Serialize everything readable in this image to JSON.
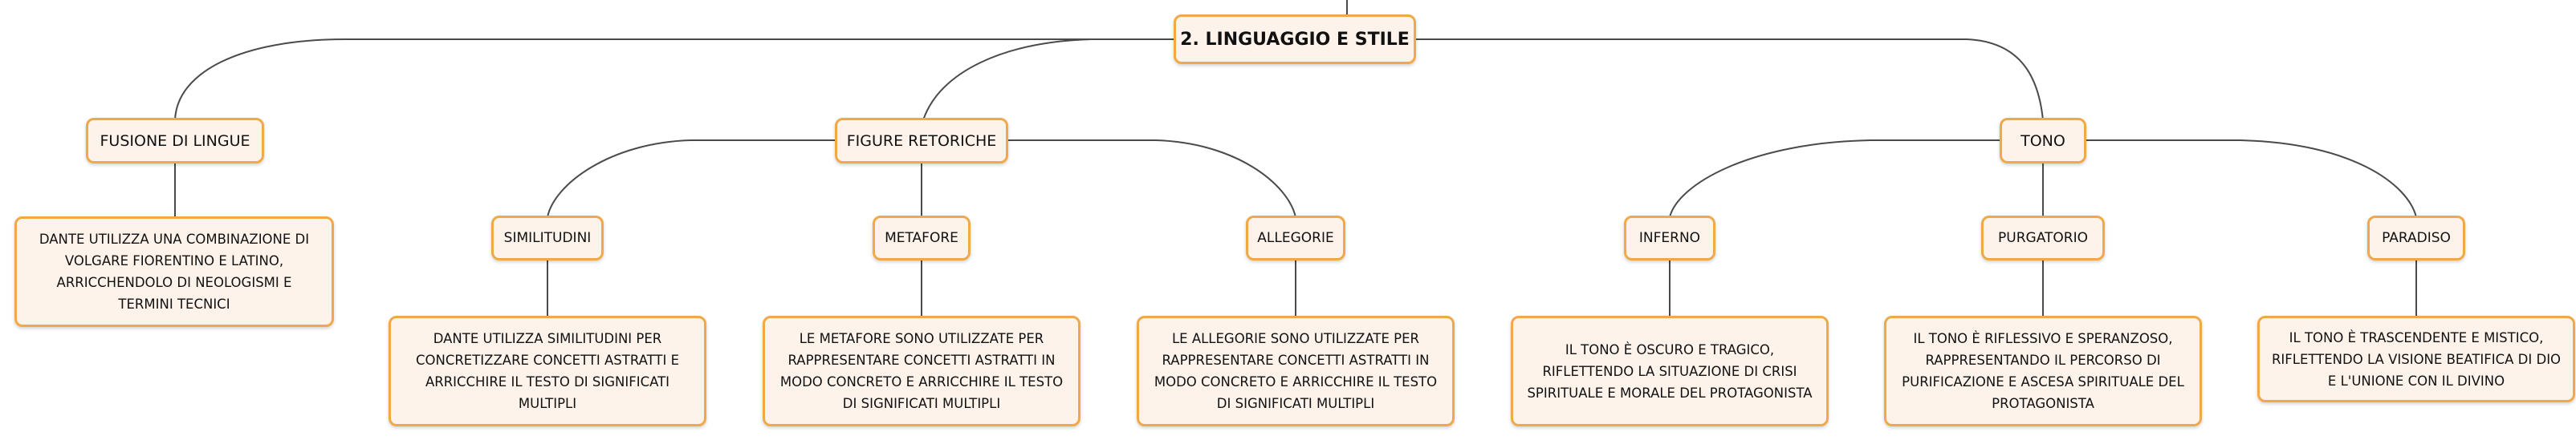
{
  "root": {
    "label": "2. LINGUAGGIO E STILE"
  },
  "branches": [
    {
      "label": "FUSIONE DI LINGUE",
      "desc": "DANTE UTILIZZA UNA COMBINAZIONE DI VOLGARE FIORENTINO E LATINO, ARRICCHENDOLO DI NEOLOGISMI E TERMINI TECNICI"
    },
    {
      "label": "FIGURE RETORICHE",
      "children": [
        {
          "label": "SIMILITUDINI",
          "desc": "DANTE UTILIZZA SIMILITUDINI PER CONCRETIZZARE CONCETTI ASTRATTI E ARRICCHIRE IL TESTO DI SIGNIFICATI MULTIPLI"
        },
        {
          "label": "METAFORE",
          "desc": "LE METAFORE SONO UTILIZZATE PER RAPPRESENTARE CONCETTI ASTRATTI IN MODO CONCRETO E ARRICCHIRE IL TESTO DI SIGNIFICATI MULTIPLI"
        },
        {
          "label": "ALLEGORIE",
          "desc": "LE ALLEGORIE SONO UTILIZZATE PER RAPPRESENTARE CONCETTI ASTRATTI IN MODO CONCRETO E ARRICCHIRE IL TESTO DI SIGNIFICATI MULTIPLI"
        }
      ]
    },
    {
      "label": "TONO",
      "children": [
        {
          "label": "INFERNO",
          "desc": "IL TONO È OSCURO E TRAGICO, RIFLETTENDO LA SITUAZIONE DI CRISI SPIRITUALE E MORALE DEL PROTAGONISTA"
        },
        {
          "label": "PURGATORIO",
          "desc": "IL TONO È RIFLESSIVO E SPERANZOSO, RAPPRESENTANDO IL PERCORSO DI PURIFICAZIONE E ASCESA SPIRITUALE DEL PROTAGONISTA"
        },
        {
          "label": "PARADISO",
          "desc": "IL TONO È TRASCENDENTE E MISTICO, RIFLETTENDO LA VISIONE BEATIFICA DI DIO E L'UNIONE CON IL DIVINO"
        }
      ]
    }
  ],
  "colors": {
    "node_border": "#f1a948",
    "node_fill": "#fdf3eb",
    "connector": "#4a4a4a"
  }
}
